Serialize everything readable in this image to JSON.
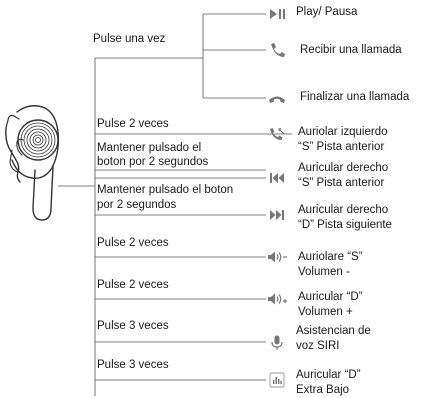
{
  "gestures": {
    "once": "Pulse una vez",
    "twice_1": "Pulse 2 veces",
    "hold_1_line1": "Mantener pulsado el",
    "hold_1_line2": "boton por 2 segundos",
    "hold_2_line1": "Mantener pulsado el boton",
    "hold_2_line2": "por 2 segundos",
    "twice_2": "Pulse 2 veces",
    "twice_3": "Pulse 2 veces",
    "thrice_1": "Pulse 3 veces",
    "thrice_2": "Pulse 3 veces"
  },
  "actions": {
    "play_pause": "Play/ Pausa",
    "answer_call": "Recibir una llamada",
    "end_call": "Finalizar una llamada",
    "left_prev_l1": "Auriolar izquierdo",
    "left_prev_l2": "“S”  Pista anterior",
    "right_prev_l1": "Auricular derecho",
    "right_prev_l2": "“S” Pista anterior",
    "right_next_l1": "Auricular derecho",
    "right_next_l2": "“D” Pista siguiente",
    "vol_down_l1": "Auriolare  “S”",
    "vol_down_l2": "Volumen -",
    "vol_up_l1": "Auricular “D”",
    "vol_up_l2": "Volumen +",
    "siri_l1": "Asistencian de",
    "siri_l2": "voz SIRI",
    "bass_l1": "Auricular “D”",
    "bass_l2": "Extra Bajo"
  },
  "icons": [
    "play-pause-icon",
    "phone-answer-icon",
    "phone-hangup-icon",
    "phone-transfer-icon",
    "previous-track-icon",
    "next-track-icon",
    "volume-down-icon",
    "volume-up-icon",
    "microphone-icon",
    "equalizer-icon"
  ],
  "colors": {
    "line": "#555555",
    "icon": "#777777",
    "text": "#1a1a1a"
  }
}
